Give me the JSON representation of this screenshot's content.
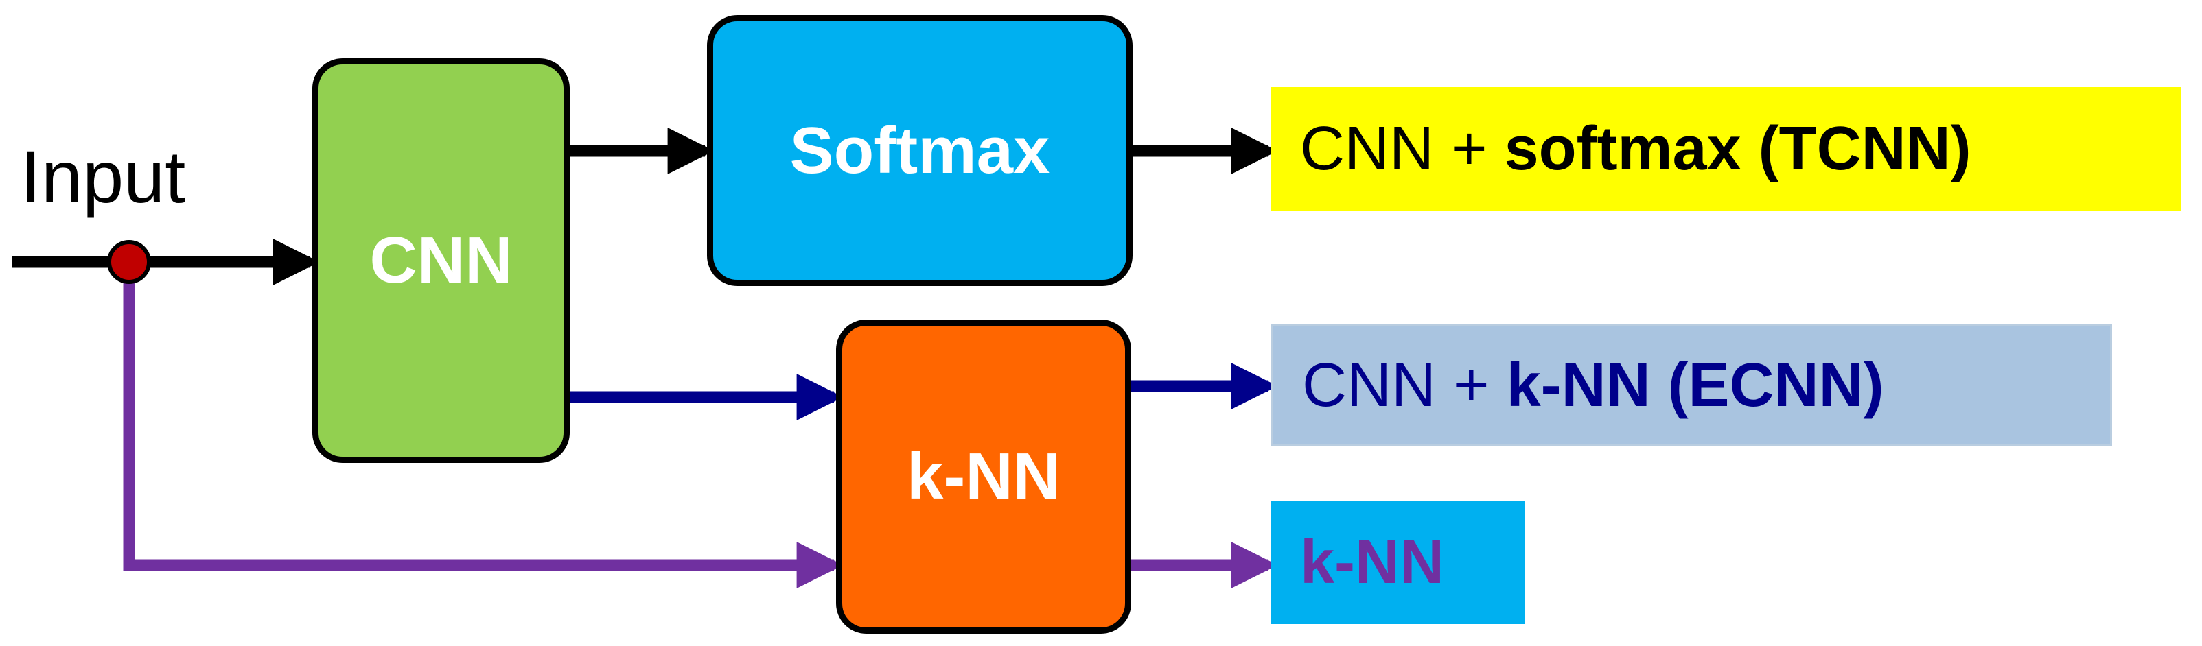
{
  "input_label": "Input",
  "blocks": {
    "cnn": {
      "label": "CNN",
      "color": "#92d050"
    },
    "softmax": {
      "label": "Softmax",
      "color": "#00b0f0"
    },
    "knn": {
      "label": "k-NN",
      "color": "#ff6600"
    }
  },
  "outputs": {
    "tcnn": {
      "prefix": "CNN + ",
      "bold": "softmax (TCNN)",
      "bg": "#ffff00",
      "text_color": "#000000"
    },
    "ecnn": {
      "prefix": "CNN + ",
      "bold": "k-NN (ECNN)",
      "bg": "#a9c4e0",
      "text_color": "#00008b"
    },
    "knn": {
      "prefix": "",
      "bold": "k-NN",
      "bg": "#00b0f0",
      "text_color": "#7030a0"
    }
  },
  "colors": {
    "black_path": "#000000",
    "navy_path": "#00008b",
    "purple_path": "#7030a0",
    "junction_dot": "#c00000"
  }
}
